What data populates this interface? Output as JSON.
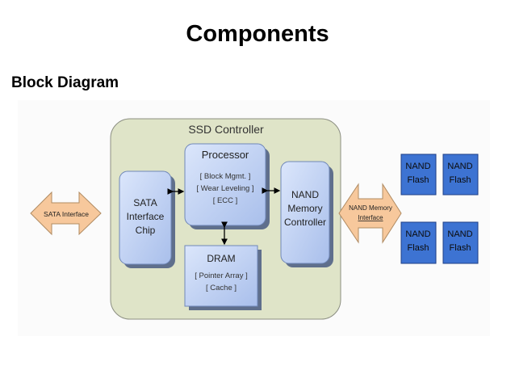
{
  "slide": {
    "title": "Components",
    "subtitle": "Block Diagram"
  },
  "diagram": {
    "controller_label": "SSD Controller",
    "sata_interface": "SATA Interface",
    "sata_chip": [
      "SATA",
      "Interface",
      "Chip"
    ],
    "processor": {
      "title": "Processor",
      "details": [
        "[ Block Mgmt. ]",
        "[ Wear Leveling ]",
        "[ ECC ]"
      ]
    },
    "dram": {
      "title": "DRAM",
      "details": [
        "[ Pointer Array ]",
        "[ Cache ]"
      ]
    },
    "nand_controller": [
      "NAND",
      "Memory",
      "Controller"
    ],
    "nand_interface": [
      "NAND Memory",
      "Interface"
    ],
    "nand_flash": [
      [
        "NAND",
        "Flash"
      ],
      [
        "NAND",
        "Flash"
      ],
      [
        "NAND",
        "Flash"
      ],
      [
        "NAND",
        "Flash"
      ]
    ],
    "colors": {
      "controller_fill": "#dfe4c8",
      "block_fill": "#b8cbef",
      "nand_fill": "#3d73d2",
      "arrow_fill": "#f7c89c",
      "shadow": "#5f6f8c"
    }
  }
}
